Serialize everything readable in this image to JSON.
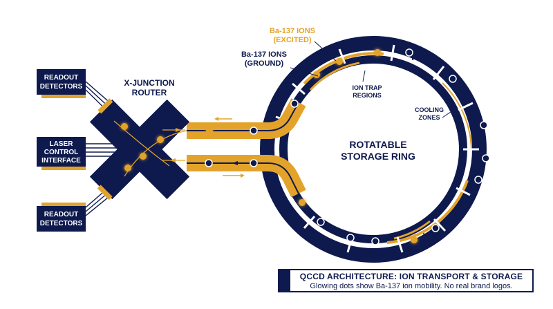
{
  "labels": {
    "readout_top": [
      "READOUT",
      "DETECTORS"
    ],
    "laser": [
      "LASER",
      "CONTROL",
      "INTERFACE"
    ],
    "readout_bottom": [
      "READOUT",
      "DETECTORS"
    ],
    "router": [
      "X-JUNCTION",
      "ROUTER"
    ],
    "excited": [
      "Ba-137 IONS",
      "(EXCITED)"
    ],
    "ground": [
      "Ba-137 IONS",
      "(GROUND)"
    ],
    "trap": [
      "ION TRAP",
      "REGIONS"
    ],
    "cooling": [
      "COOLING",
      "ZONES"
    ],
    "ring": [
      "ROTATABLE",
      "STORAGE RING"
    ]
  },
  "caption": {
    "title": "QCCD ARCHITECTURE: ION TRANSPORT & STORAGE",
    "subtitle": "Glowing dots show Ba-137 ion mobility. No real brand logos."
  },
  "colors": {
    "navy": "#0e1a4d",
    "gold": "#e3a32b"
  }
}
